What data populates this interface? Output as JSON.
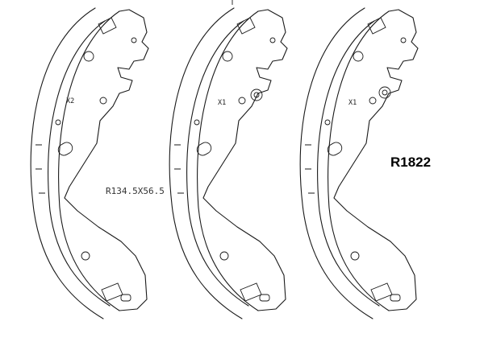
{
  "drawing": {
    "part_number": "R1822",
    "dimension": "R134.5X56.5",
    "shoes": [
      {
        "qty_label": "X2"
      },
      {
        "qty_label": "X1"
      },
      {
        "qty_label": "X1"
      }
    ]
  }
}
